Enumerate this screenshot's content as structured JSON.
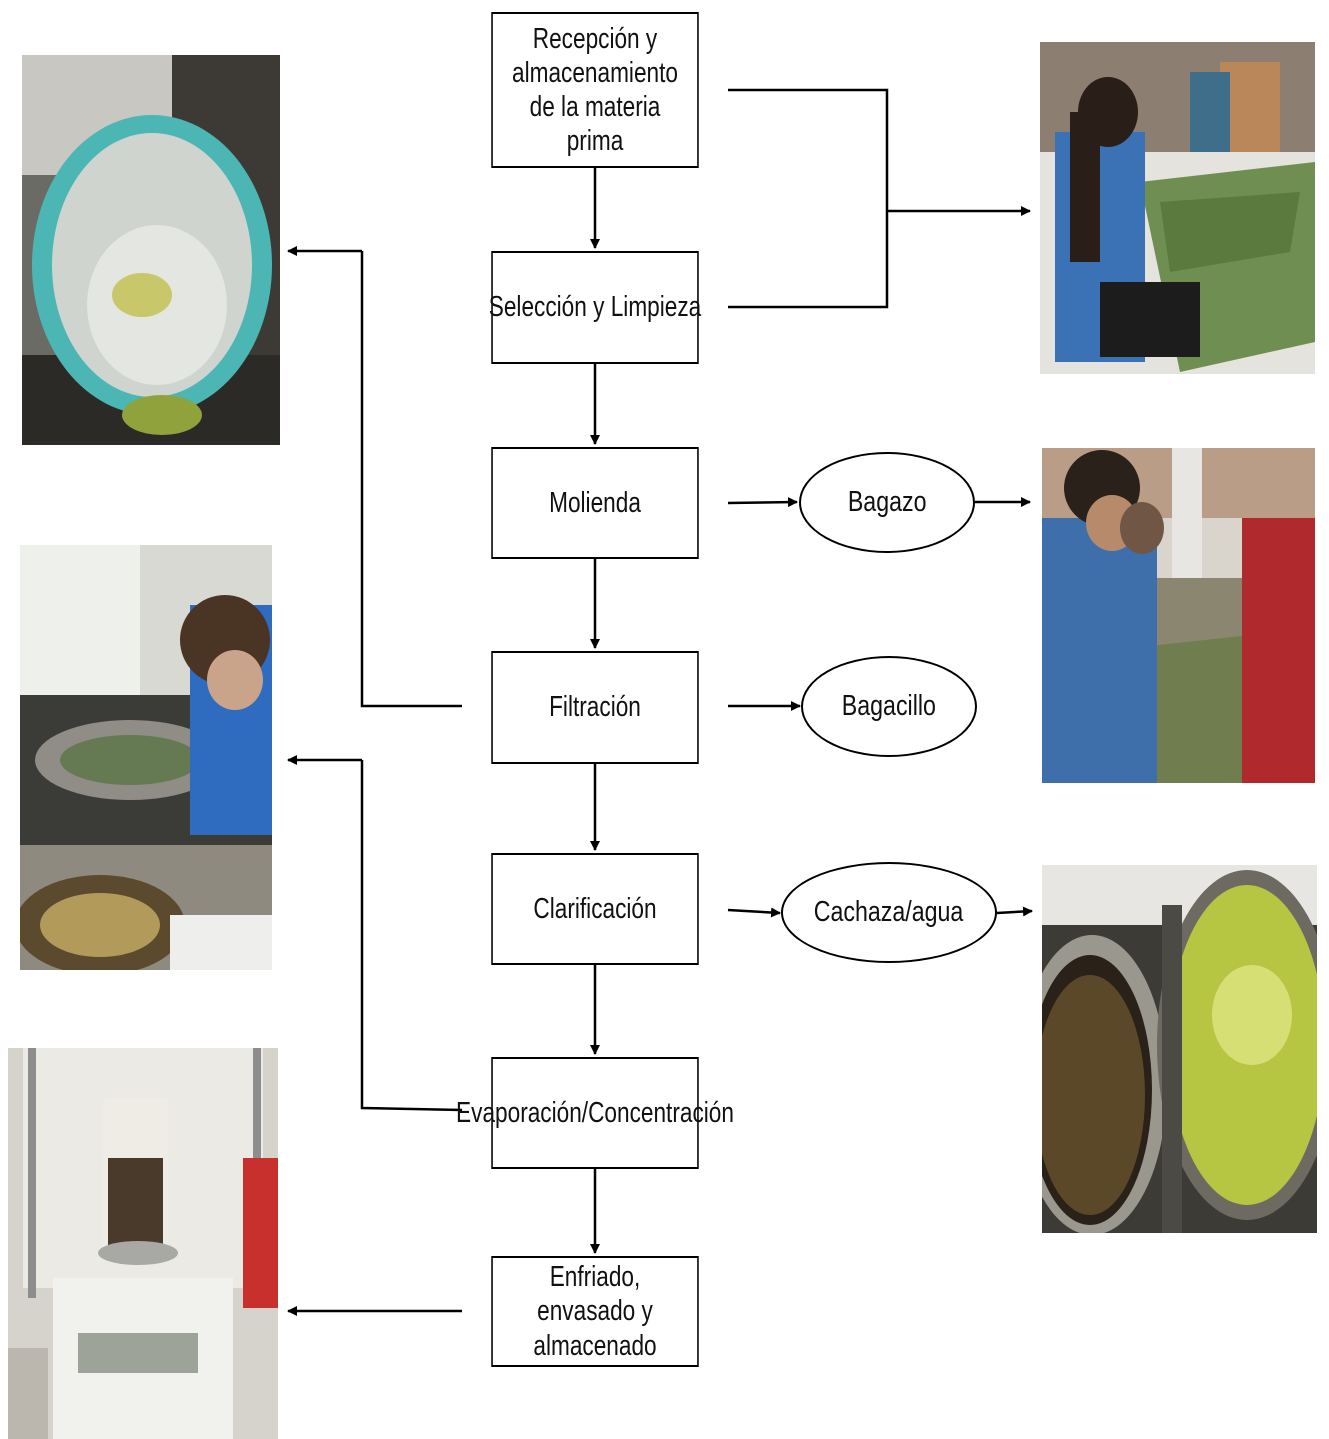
{
  "steps": [
    {
      "label": "Recepción y almacenamiento de la materia prima"
    },
    {
      "label": "Selección y Limpieza"
    },
    {
      "label": "Molienda"
    },
    {
      "label": "Filtración"
    },
    {
      "label": "Clarificación"
    },
    {
      "label": "Evaporación/Concentración"
    },
    {
      "label": "Enfriado, envasado y almacenado"
    }
  ],
  "byproducts": [
    {
      "label": "Bagazo"
    },
    {
      "label": "Bagacillo"
    },
    {
      "label": "Cachaza/agua"
    }
  ],
  "photos": {
    "left": [
      "photo-filtering-strainer",
      "photo-evaporation-pans",
      "photo-analytical-balance"
    ],
    "right": [
      "photo-raw-material-sorting",
      "photo-milling",
      "photo-clarification-pots"
    ]
  },
  "colors": {
    "line": "#000000",
    "box_border": "#000000",
    "text": "#111111"
  }
}
